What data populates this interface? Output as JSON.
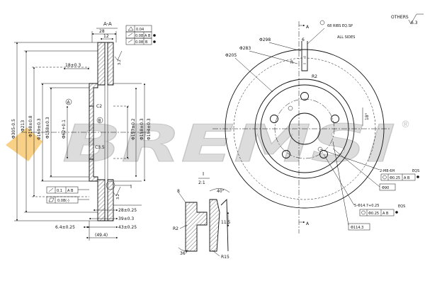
{
  "section_view": {
    "section_label": "A-A",
    "thickness_top": "28",
    "thickness_sub": "12",
    "phi_305": "Φ305-0.5",
    "phi_213": "Φ213",
    "phi_198_8": "Φ198±0.8",
    "phi_169": "Φ169±0.3",
    "phi_168": "Φ168±0.3",
    "phi_62": "Φ62+0.1",
    "hat_depth": "18±0.3",
    "c2": "C2",
    "c3_5": "C3.5",
    "phi_157": "Φ157±0.2",
    "phi_158": "Φ158±0.3",
    "phi_194": "Φ194±0.3",
    "dim_28": "28±0.25",
    "dim_39": "39±0.3",
    "dim_43": "43±0.25",
    "dim_6_4": "6.4±0.25",
    "dim_49_4": "(49.4)",
    "datum_a": "A",
    "datum_b": "B",
    "section_i": "I",
    "roughness_1": "3.2",
    "roughness_2": "3.2"
  },
  "gdt": {
    "top_row1_value": "0.04",
    "top_row2_value": "0.08",
    "top_row2_ref": "A B",
    "top_row3_value": "0.08",
    "top_row3_ref": "B",
    "left_row1_value": "0.1",
    "left_row1_ref": "A B",
    "left_row2_value": "0.08(-)"
  },
  "front_view": {
    "ribs_note": "68 RIBS EQ.SP",
    "all_sides": "ALL SIDES",
    "phi_298": "Φ298",
    "dim_6": "6",
    "phi_283": "Φ283",
    "phi_205": "Φ205",
    "r_label": "R",
    "r2_label": "R2",
    "angle_18": "18°",
    "thread_note": "2-M8-6H",
    "eqs_1": "EQS",
    "thread_tol": "Φ0.25",
    "thread_tol_ref": "A B",
    "phi_90": "Φ90",
    "holes_note": "5-Φ14.7+0.25",
    "eqs_2": "EQS",
    "holes_tol": "Φ0.25",
    "holes_tol_ref": "A B",
    "phi_114_3": "Φ114.3",
    "section_a_top": "A",
    "section_a_bottom": "A"
  },
  "detail_view": {
    "label": "I",
    "scale": "2:1",
    "dim_8": "8",
    "angle_40": "40°",
    "r2": "R2",
    "dim_11_5": "11.5",
    "angle_36": "36°",
    "r15": "R15"
  },
  "roughness_others": "OTHERS",
  "roughness_value": "6.3",
  "watermark": {
    "brand": "BREMSI",
    "registered": "®",
    "color": "#c9c9c9",
    "accent": "#f5b335"
  }
}
